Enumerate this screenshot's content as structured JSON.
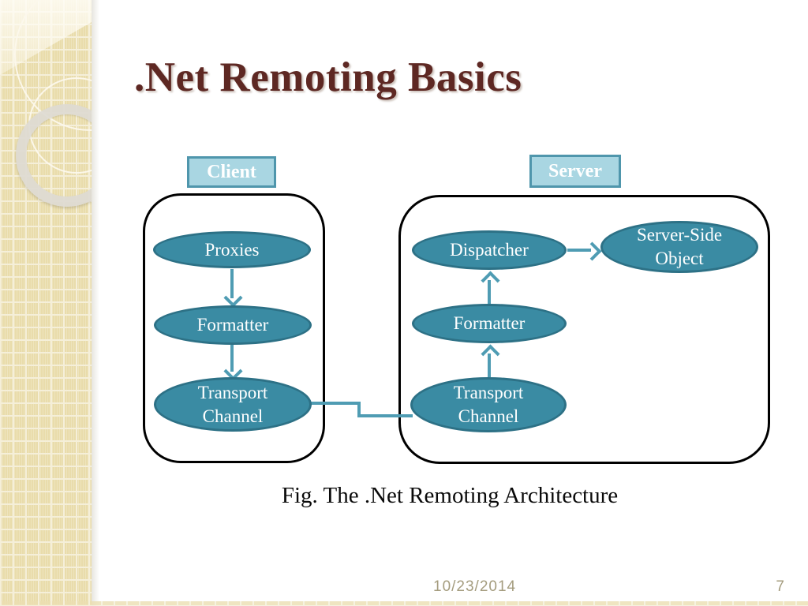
{
  "slide": {
    "title": ".Net Remoting Basics",
    "caption": "Fig. The .Net Remoting Architecture",
    "footer": {
      "date": "10/23/2014",
      "page_number": "7"
    }
  },
  "diagram": {
    "client": {
      "label": "Client",
      "nodes": [
        "Proxies",
        "Formatter",
        "Transport Channel"
      ]
    },
    "server": {
      "label": "Server",
      "nodes": [
        "Dispatcher",
        "Server-Side Object",
        "Formatter",
        "Transport Channel"
      ]
    },
    "edges": [
      {
        "from": "client.Proxies",
        "to": "client.Formatter",
        "direction": "down"
      },
      {
        "from": "client.Formatter",
        "to": "client.Transport Channel",
        "direction": "down"
      },
      {
        "from": "client.Transport Channel",
        "to": "server.Transport Channel",
        "direction": "elbow-right"
      },
      {
        "from": "server.Transport Channel",
        "to": "server.Formatter",
        "direction": "up"
      },
      {
        "from": "server.Formatter",
        "to": "server.Dispatcher",
        "direction": "up"
      },
      {
        "from": "server.Dispatcher",
        "to": "server.Server-Side Object",
        "direction": "right"
      }
    ],
    "colors": {
      "node_fill": "#3a8ba3",
      "node_border": "#2d7186",
      "node_text": "#ffffff",
      "tag_fill": "#a9d6e2",
      "tag_border": "#4f96ac",
      "arrow": "#4f9cb3",
      "group_border": "#000000",
      "title_text": "#5e2823",
      "footer_text": "#a49c7e",
      "sidebar_base": "#e9dcab"
    }
  }
}
